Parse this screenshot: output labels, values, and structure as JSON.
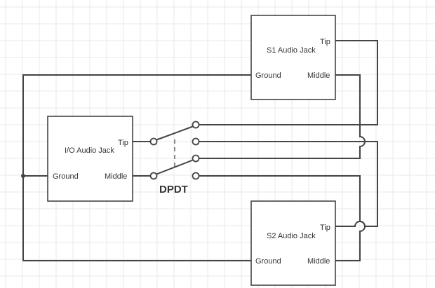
{
  "diagram": {
    "type": "circuit-schematic",
    "components": {
      "s1": {
        "title": "S1 Audio Jack",
        "pins": {
          "tip": "Tip",
          "middle": "Middle",
          "ground": "Ground"
        }
      },
      "s2": {
        "title": "S2 Audio Jack",
        "pins": {
          "tip": "Tip",
          "middle": "Middle",
          "ground": "Ground"
        }
      },
      "io": {
        "title": "I/O Audio Jack",
        "pins": {
          "tip": "Tip",
          "middle": "Middle",
          "ground": "Ground"
        }
      },
      "switch": {
        "label": "DPDT",
        "type": "double-pole double-throw"
      }
    },
    "connections": [
      {
        "from": "I/O Tip",
        "to": "DPDT pole 1"
      },
      {
        "from": "I/O Middle",
        "to": "DPDT pole 2"
      },
      {
        "from": "DPDT throw 1A",
        "to": "S1 Tip"
      },
      {
        "from": "DPDT throw 1B",
        "to": "S2 Tip"
      },
      {
        "from": "DPDT throw 2A",
        "to": "S1 Middle"
      },
      {
        "from": "DPDT throw 2B",
        "to": "S2 Middle"
      },
      {
        "from": "I/O Ground",
        "to": "S1 Ground"
      },
      {
        "from": "I/O Ground",
        "to": "S2 Ground"
      }
    ]
  }
}
